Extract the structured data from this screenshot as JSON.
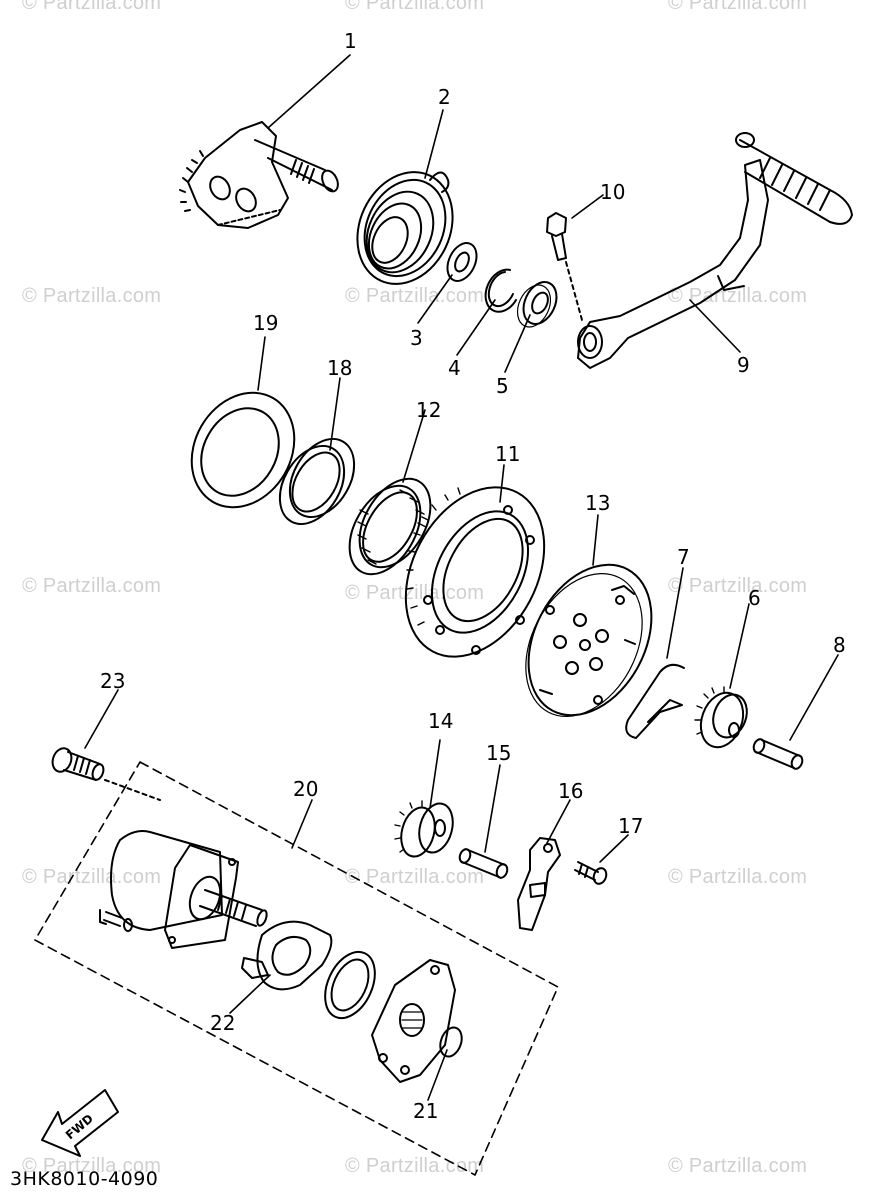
{
  "watermark_text": "© Partzilla.com",
  "diagram_code": "3HK8010-4090",
  "direction_label": "FWD",
  "callouts": [
    "1",
    "2",
    "3",
    "4",
    "5",
    "6",
    "7",
    "8",
    "9",
    "10",
    "11",
    "12",
    "13",
    "14",
    "15",
    "16",
    "17",
    "18",
    "19",
    "20",
    "21",
    "22",
    "23"
  ],
  "parts": [
    {
      "id": "1",
      "shape": "kick-axle-icon"
    },
    {
      "id": "2",
      "shape": "torsion-spring-icon"
    },
    {
      "id": "3",
      "shape": "washer-icon"
    },
    {
      "id": "4",
      "shape": "circlip-icon"
    },
    {
      "id": "5",
      "shape": "bearing-icon"
    },
    {
      "id": "6",
      "shape": "gear-icon"
    },
    {
      "id": "7",
      "shape": "clip-icon"
    },
    {
      "id": "8",
      "shape": "shaft-icon"
    },
    {
      "id": "9",
      "shape": "kick-crank-icon"
    },
    {
      "id": "10",
      "shape": "bolt-icon"
    },
    {
      "id": "11",
      "shape": "ring-gear-icon"
    },
    {
      "id": "12",
      "shape": "needle-bearing-icon"
    },
    {
      "id": "13",
      "shape": "one-way-clutch-icon"
    },
    {
      "id": "14",
      "shape": "idler-gear-icon"
    },
    {
      "id": "15",
      "shape": "shaft-icon"
    },
    {
      "id": "16",
      "shape": "plate-icon"
    },
    {
      "id": "17",
      "shape": "screw-icon"
    },
    {
      "id": "18",
      "shape": "collar-icon"
    },
    {
      "id": "19",
      "shape": "washer-icon"
    },
    {
      "id": "20",
      "shape": "starter-motor-icon"
    },
    {
      "id": "21",
      "shape": "o-ring-icon"
    },
    {
      "id": "22",
      "shape": "brush-holder-icon"
    },
    {
      "id": "23",
      "shape": "bolt-icon"
    }
  ]
}
